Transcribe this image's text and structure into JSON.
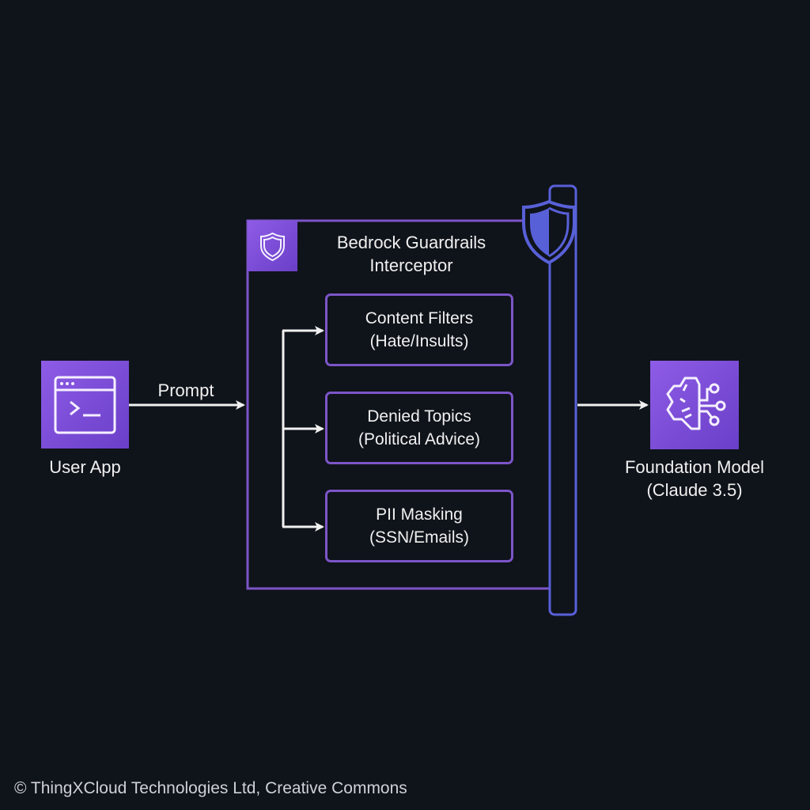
{
  "diagram": {
    "user_app": {
      "label": "User App",
      "icon": "terminal-window-icon"
    },
    "prompt_label": "Prompt",
    "interceptor": {
      "title_line1": "Bedrock Guardrails",
      "title_line2": "Interceptor",
      "icon": "shield-icon",
      "filters": [
        {
          "line1": "Content Filters",
          "line2": "(Hate/Insults)"
        },
        {
          "line1": "Denied Topics",
          "line2": "(Political Advice)"
        },
        {
          "line1": "PII Masking",
          "line2": "(SSN/Emails)"
        }
      ]
    },
    "model": {
      "label_line1": "Foundation Model",
      "label_line2": "(Claude 3.5)",
      "icon": "brain-circuit-icon"
    },
    "colors": {
      "background": "#0f131a",
      "accent_purple": "#8e5ce6",
      "border_purple": "#7c55c8",
      "shield_blue": "#5860d8"
    }
  },
  "footer": {
    "copyright": "© ThingXCloud Technologies Ltd, Creative Commons"
  }
}
